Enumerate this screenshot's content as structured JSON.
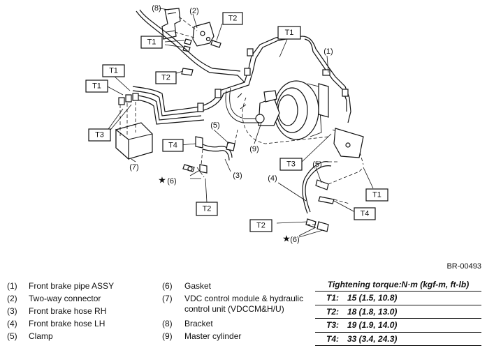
{
  "figure_code": "BR-00493",
  "callouts": {
    "c1": "(1)",
    "c2": "(2)",
    "c3": "(3)",
    "c4": "(4)",
    "c5a": "(5)",
    "c5b": "(5)",
    "c6a": "(6)",
    "c6b": "(6)",
    "c7": "(7)",
    "c8": "(8)",
    "c9": "(9)"
  },
  "torque_codes": {
    "t1": "T1",
    "t2": "T2",
    "t3": "T3",
    "t4": "T4"
  },
  "star_symbol": "★",
  "legend": {
    "left_column": [
      {
        "num": "(1)",
        "text": "Front brake pipe ASSY"
      },
      {
        "num": "(2)",
        "text": "Two-way connector"
      },
      {
        "num": "(3)",
        "text": "Front brake hose RH"
      },
      {
        "num": "(4)",
        "text": "Front brake hose LH"
      },
      {
        "num": "(5)",
        "text": "Clamp"
      }
    ],
    "right_column": [
      {
        "num": "(6)",
        "text": "Gasket"
      },
      {
        "num": "(7)",
        "text": "VDC control module & hydraulic",
        "text2": "control unit (VDCCM&H/U)"
      },
      {
        "num": "(8)",
        "text": "Bracket"
      },
      {
        "num": "(9)",
        "text": "Master cylinder"
      }
    ]
  },
  "torque_table": {
    "title": "Tightening torque:N·m (kgf-m, ft-lb)",
    "rows": [
      {
        "key": "T1:",
        "value": "15 (1.5, 10.8)"
      },
      {
        "key": "T2:",
        "value": "18 (1.8, 13.0)"
      },
      {
        "key": "T3:",
        "value": "19 (1.9, 14.0)"
      },
      {
        "key": "T4:",
        "value": "33 (3.4, 24.3)"
      }
    ]
  }
}
